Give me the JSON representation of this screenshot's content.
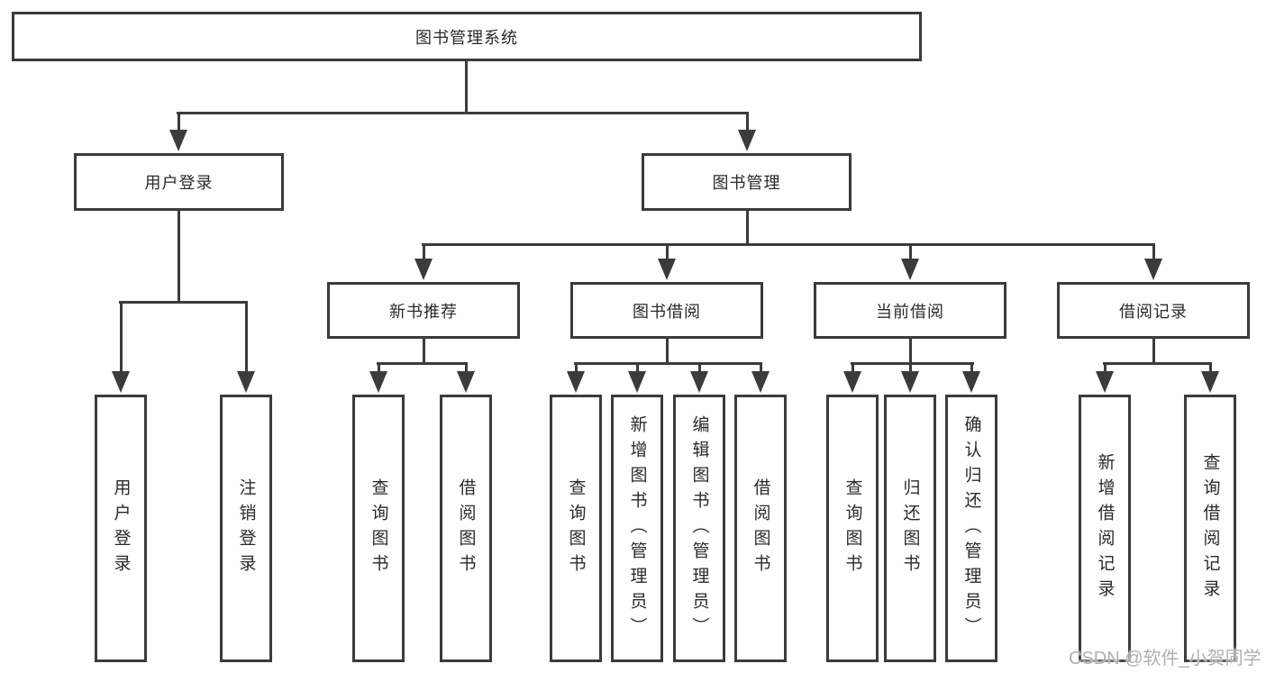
{
  "title": "图书管理系统",
  "watermark": "CSDN @软件_小贺同学",
  "login": {
    "label": "用户登录",
    "children": [
      "用户登录",
      "注销登录"
    ]
  },
  "management": {
    "label": "图书管理",
    "sections": [
      {
        "label": "新书推荐",
        "children": [
          "查询图书",
          "借阅图书"
        ]
      },
      {
        "label": "图书借阅",
        "children": [
          "查询图书",
          "新增图书（管理员）",
          "编辑图书（管理员）",
          "借阅图书"
        ]
      },
      {
        "label": "当前借阅",
        "children": [
          "查询图书",
          "归还图书",
          "确认归还（管理员）"
        ]
      },
      {
        "label": "借阅记录",
        "children": [
          "新增借阅记录",
          "查询借阅记录"
        ]
      }
    ]
  }
}
